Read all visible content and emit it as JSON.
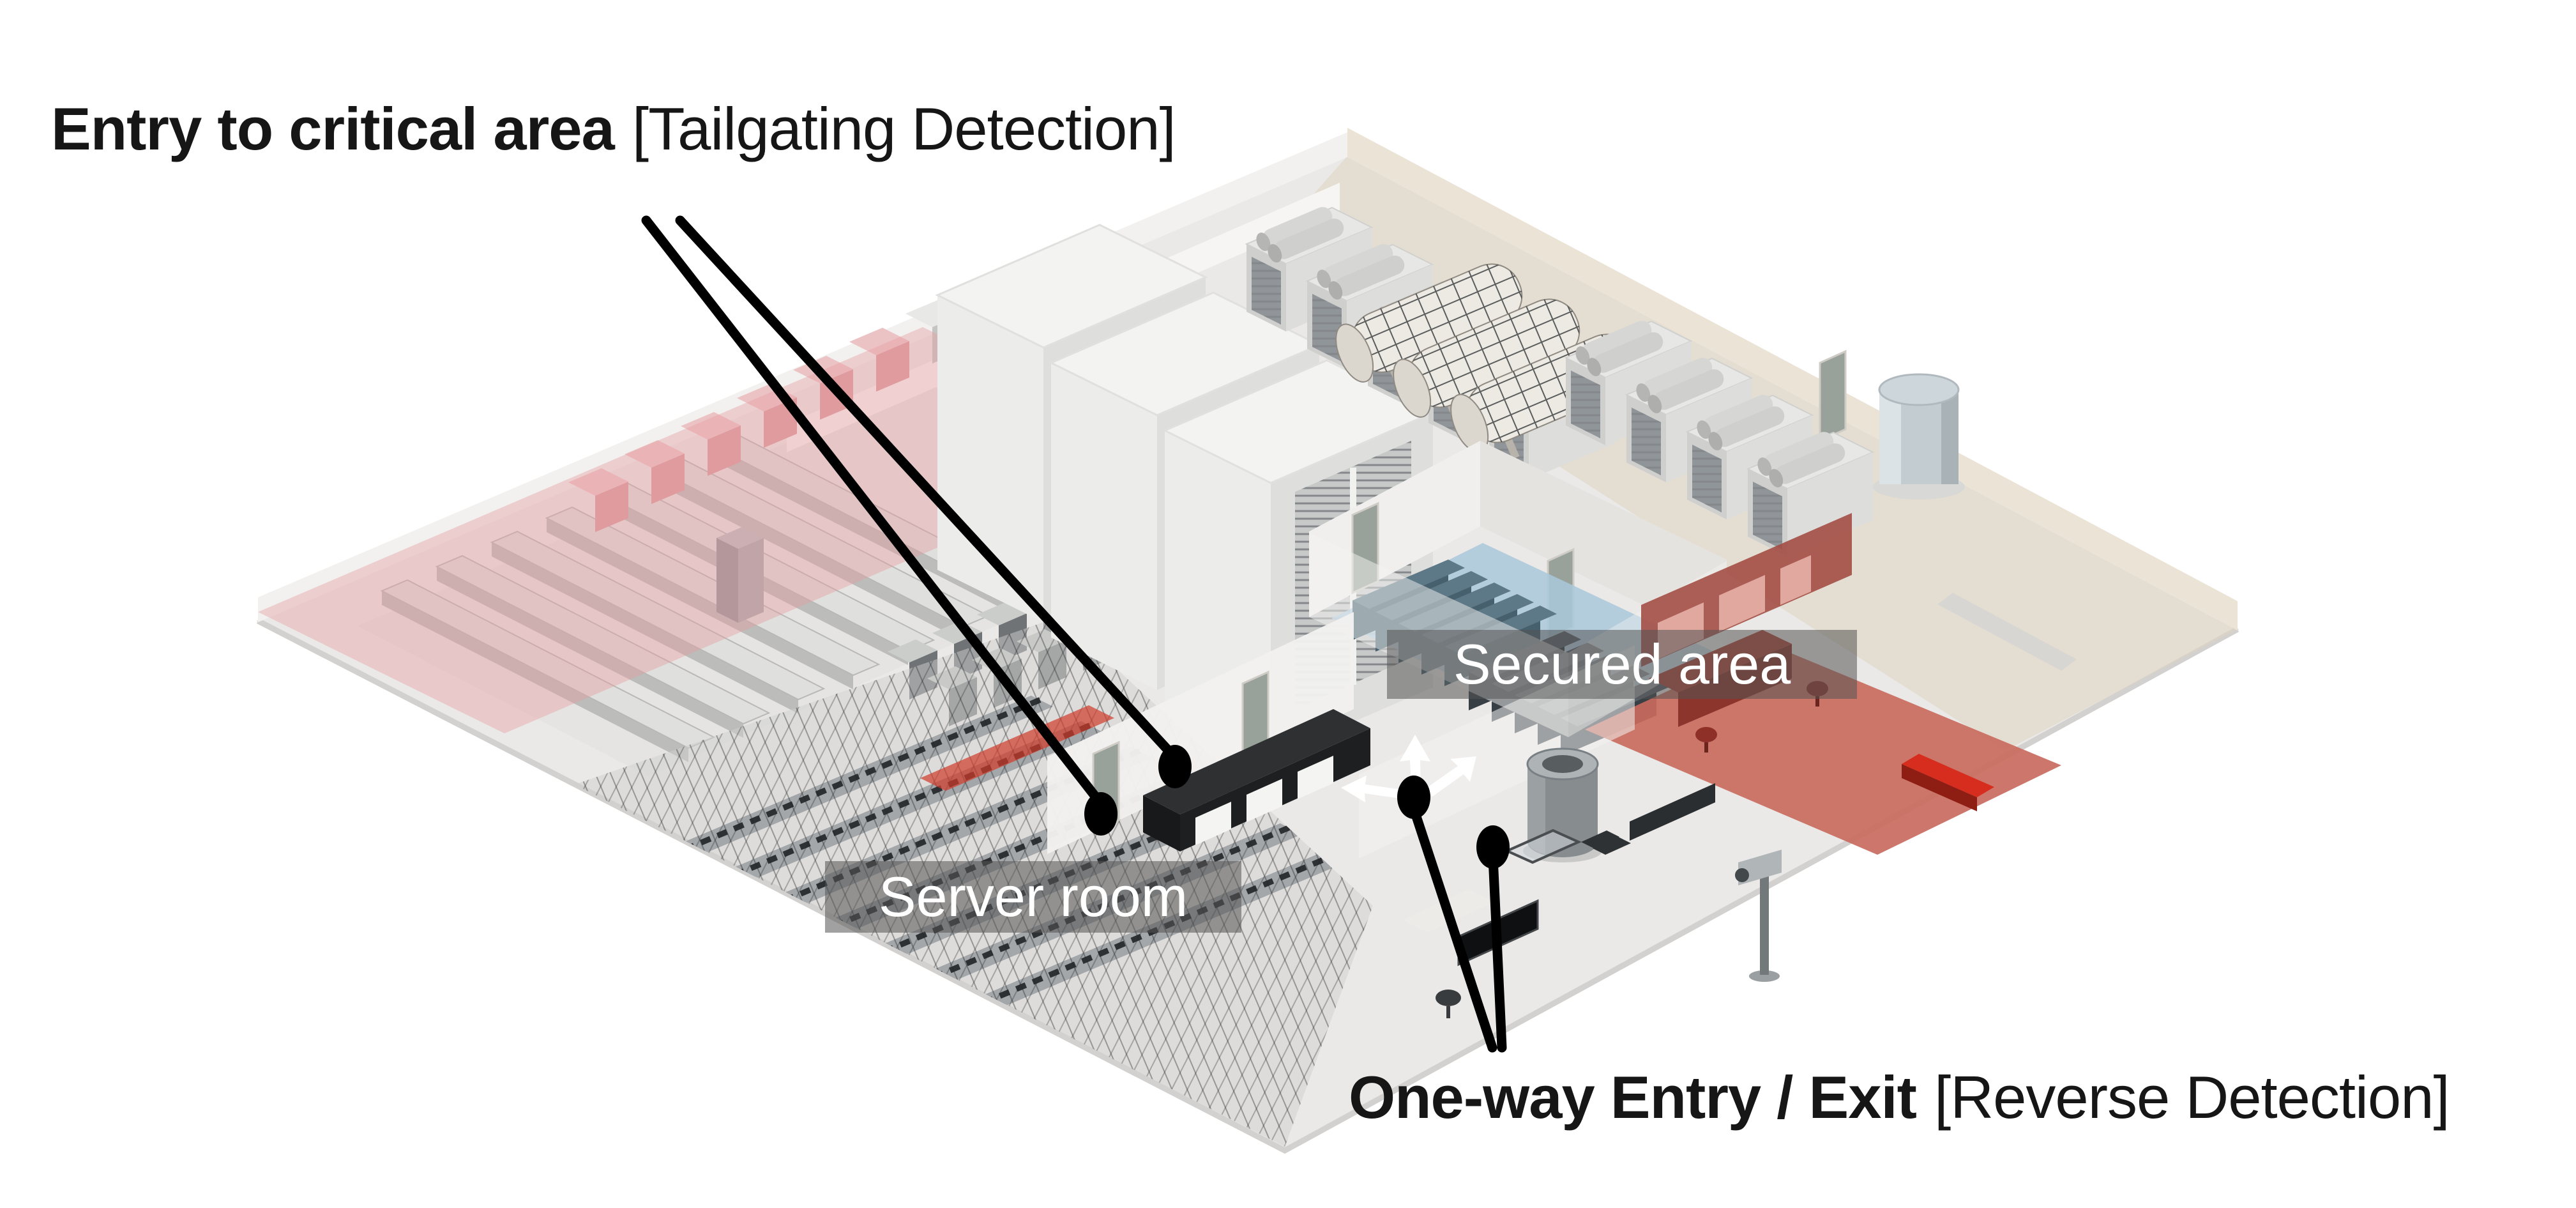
{
  "labels": {
    "tailgating_title": "Entry to critical area",
    "tailgating_tag": "[Tailgating Detection]",
    "reverse_title": "One-way Entry / Exit",
    "reverse_tag": "[Reverse Detection]",
    "secured_area": "Secured area",
    "server_room": "Server room"
  },
  "colors": {
    "background": "#ffffff",
    "label_text": "#161616",
    "zone_band_bg": "rgba(84,84,84,0.55)",
    "zone_band_text": "#ffffff",
    "floor_gray": "#eae9e7",
    "wall_white": "#f2f1ef",
    "mech_floor_beige": "#ded3bf",
    "critical_zone_pink": "#e89da1",
    "secured_zone_blue": "#a9c8da",
    "secured_rack_teal": "#5d7886",
    "office_floor_red": "#c96a5e",
    "alert_red": "#d03a2b",
    "callout_black": "#000000",
    "arrow_white": "#ffffff"
  },
  "icons": {
    "direction_arrows": "three-way-direction-arrows",
    "camera": "cctv-camera",
    "turnstile": "security-turnstile-gate"
  }
}
